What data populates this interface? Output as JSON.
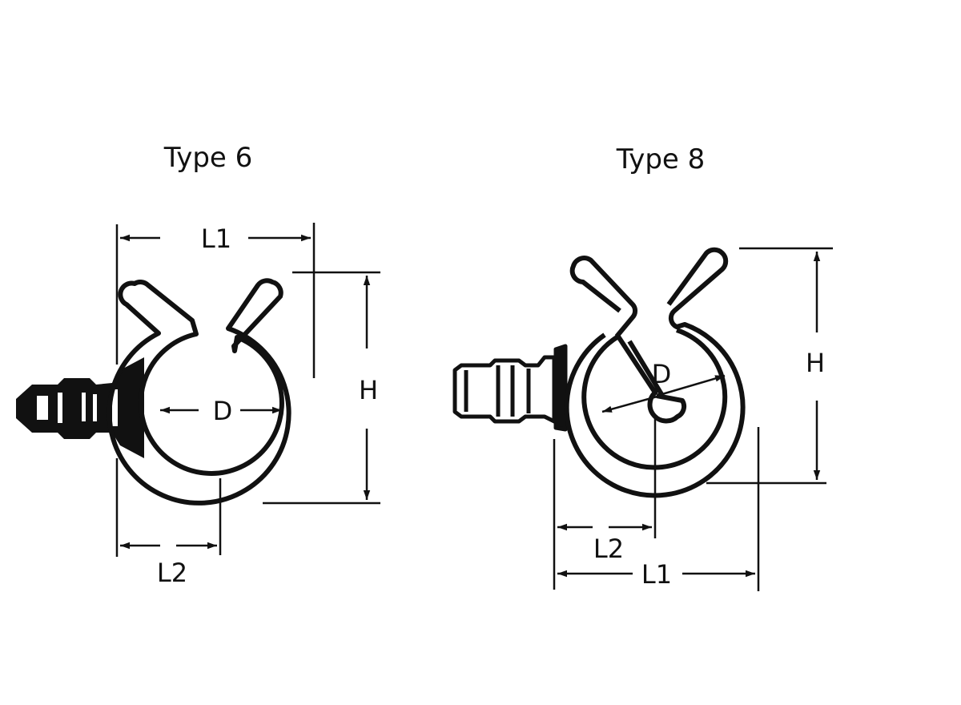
{
  "diagram": {
    "type6": {
      "title": "Type 6",
      "labels": {
        "L1": "L1",
        "L2": "L2",
        "H": "H",
        "D": "D"
      }
    },
    "type8": {
      "title": "Type 8",
      "labels": {
        "L1": "L1",
        "L2": "L2",
        "H": "H",
        "D": "D"
      }
    },
    "colors": {
      "line": "#111111",
      "background": "#ffffff"
    }
  }
}
